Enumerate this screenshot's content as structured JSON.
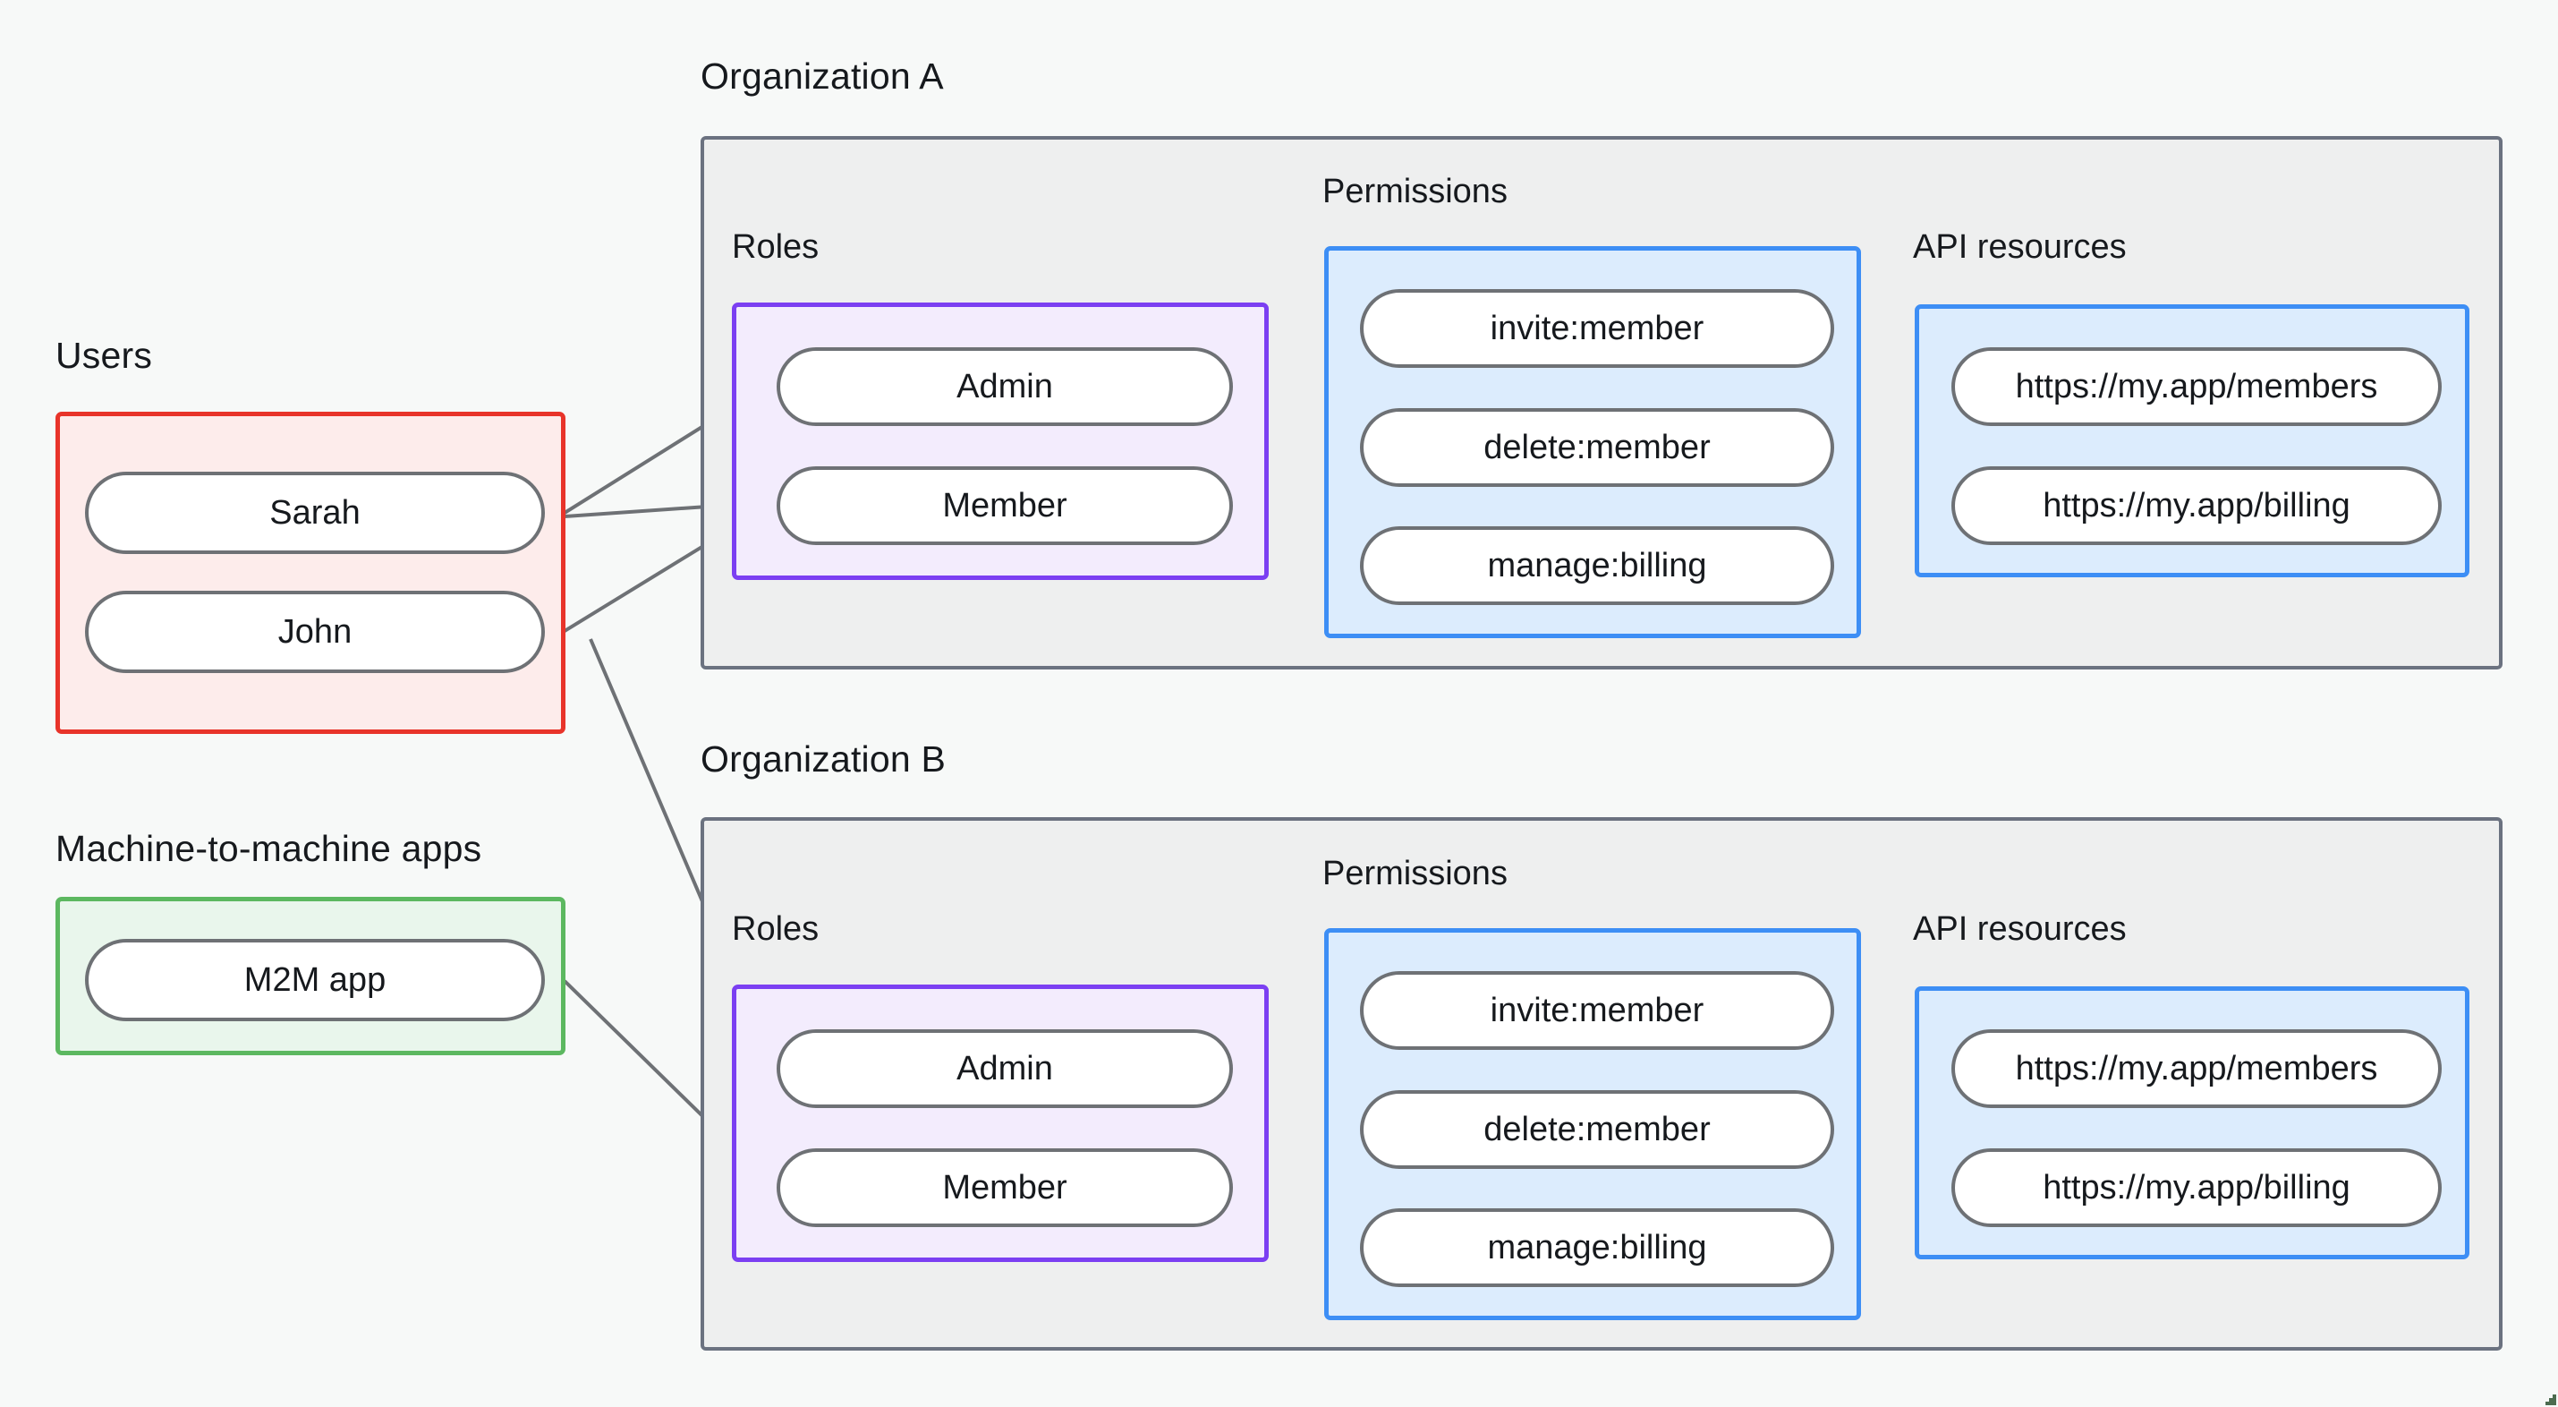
{
  "diagram": {
    "title_users": "Users",
    "title_m2m": "Machine-to-machine apps",
    "org_a_title": "Organization A",
    "org_b_title": "Organization B",
    "label_roles": "Roles",
    "label_permissions": "Permissions",
    "label_api_resources": "API resources"
  },
  "colors": {
    "background": "#f7f9f8",
    "org_fill": "#eeefef",
    "org_border": "#6b7280",
    "users_fill": "#fdeceb",
    "users_border": "#e8342a",
    "m2m_fill": "#e9f6ec",
    "m2m_border": "#5cb860",
    "roles_fill": "#f3ecfd",
    "roles_border": "#7b3ff2",
    "blue_fill": "#dcecfd",
    "blue_border": "#3d8ef5",
    "pill_border": "#6e7175",
    "pill_fill": "#ffffff",
    "edge": "#6e7175",
    "text": "#16191d"
  },
  "users": {
    "items": [
      {
        "id": "sarah",
        "label": "Sarah"
      },
      {
        "id": "john",
        "label": "John"
      }
    ]
  },
  "m2m": {
    "items": [
      {
        "id": "m2m-app",
        "label": "M2M app"
      }
    ]
  },
  "org_a": {
    "roles": [
      {
        "id": "a-admin",
        "label": "Admin"
      },
      {
        "id": "a-member",
        "label": "Member"
      }
    ],
    "permissions": [
      {
        "id": "a-invite",
        "label": "invite:member"
      },
      {
        "id": "a-delete",
        "label": "delete:member"
      },
      {
        "id": "a-billing",
        "label": "manage:billing"
      }
    ],
    "api_resources": [
      {
        "id": "a-members",
        "label": "https://my.app/members"
      },
      {
        "id": "a-billing-res",
        "label": "https://my.app/billing"
      }
    ]
  },
  "org_b": {
    "roles": [
      {
        "id": "b-admin",
        "label": "Admin"
      },
      {
        "id": "b-member",
        "label": "Member"
      }
    ],
    "permissions": [
      {
        "id": "b-invite",
        "label": "invite:member"
      },
      {
        "id": "b-delete",
        "label": "delete:member"
      },
      {
        "id": "b-billing",
        "label": "manage:billing"
      }
    ],
    "api_resources": [
      {
        "id": "b-members",
        "label": "https://my.app/members"
      },
      {
        "id": "b-billing-res",
        "label": "https://my.app/billing"
      }
    ]
  },
  "connections": [
    {
      "from": "sarah",
      "to": "a-admin"
    },
    {
      "from": "sarah",
      "to": "a-member"
    },
    {
      "from": "john",
      "to": "a-member"
    },
    {
      "from": "john",
      "to": "b-admin"
    },
    {
      "from": "m2m-app",
      "to": "b-member"
    },
    {
      "from": "a-admin",
      "to": "a-invite"
    },
    {
      "from": "a-admin",
      "to": "a-delete"
    },
    {
      "from": "a-member",
      "to": "a-billing"
    },
    {
      "from": "a-invite",
      "to": "a-members"
    },
    {
      "from": "a-delete",
      "to": "a-members"
    },
    {
      "from": "a-billing",
      "to": "a-billing-res"
    },
    {
      "from": "b-admin",
      "to": "b-invite"
    },
    {
      "from": "b-admin",
      "to": "b-delete"
    },
    {
      "from": "b-member",
      "to": "b-billing"
    },
    {
      "from": "b-invite",
      "to": "b-members"
    },
    {
      "from": "b-delete",
      "to": "b-members"
    },
    {
      "from": "b-billing",
      "to": "b-billing-res"
    }
  ]
}
